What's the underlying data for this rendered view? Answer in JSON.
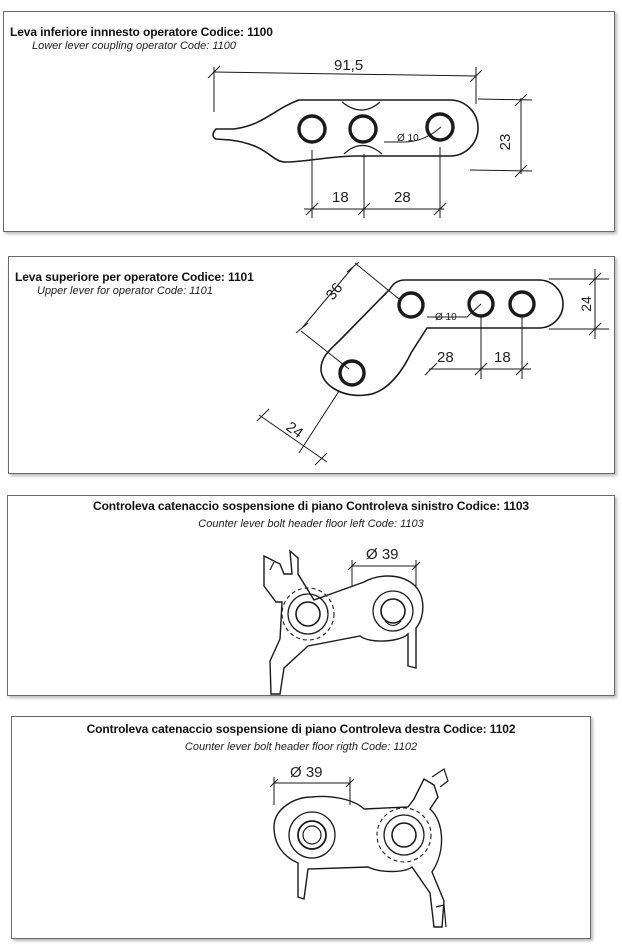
{
  "panels": [
    {
      "title": "Leva inferiore innnesto operatore Codice: 1100",
      "subtitle": "Lower lever coupling operator Code: 1100",
      "dims": {
        "length": "91,5",
        "height": "23",
        "spacing_a": "18",
        "spacing_b": "28",
        "hole": "Ø 10"
      }
    },
    {
      "title": "Leva superiore per operatore Codice: 1101",
      "subtitle": "Upper lever for operator Code: 1101",
      "dims": {
        "diag": "36",
        "hole": "Ø 10",
        "height": "24",
        "spacing_a": "28",
        "spacing_b": "18",
        "bottom": "24"
      }
    },
    {
      "title": "Controleva catenaccio sospensione di piano Controleva sinistro Codice: 1103",
      "subtitle": "Counter lever bolt header floor left Code: 1103",
      "dims": {
        "diameter": "Ø 39"
      }
    },
    {
      "title": "Controleva catenaccio sospensione di piano Controleva destra Codice: 1102",
      "subtitle": "Counter lever bolt header floor rigth Code: 1102",
      "dims": {
        "diameter": "Ø 39"
      }
    }
  ],
  "colors": {
    "line": "#1a1a1a",
    "border": "#6a6a6a",
    "background": "#ffffff"
  }
}
